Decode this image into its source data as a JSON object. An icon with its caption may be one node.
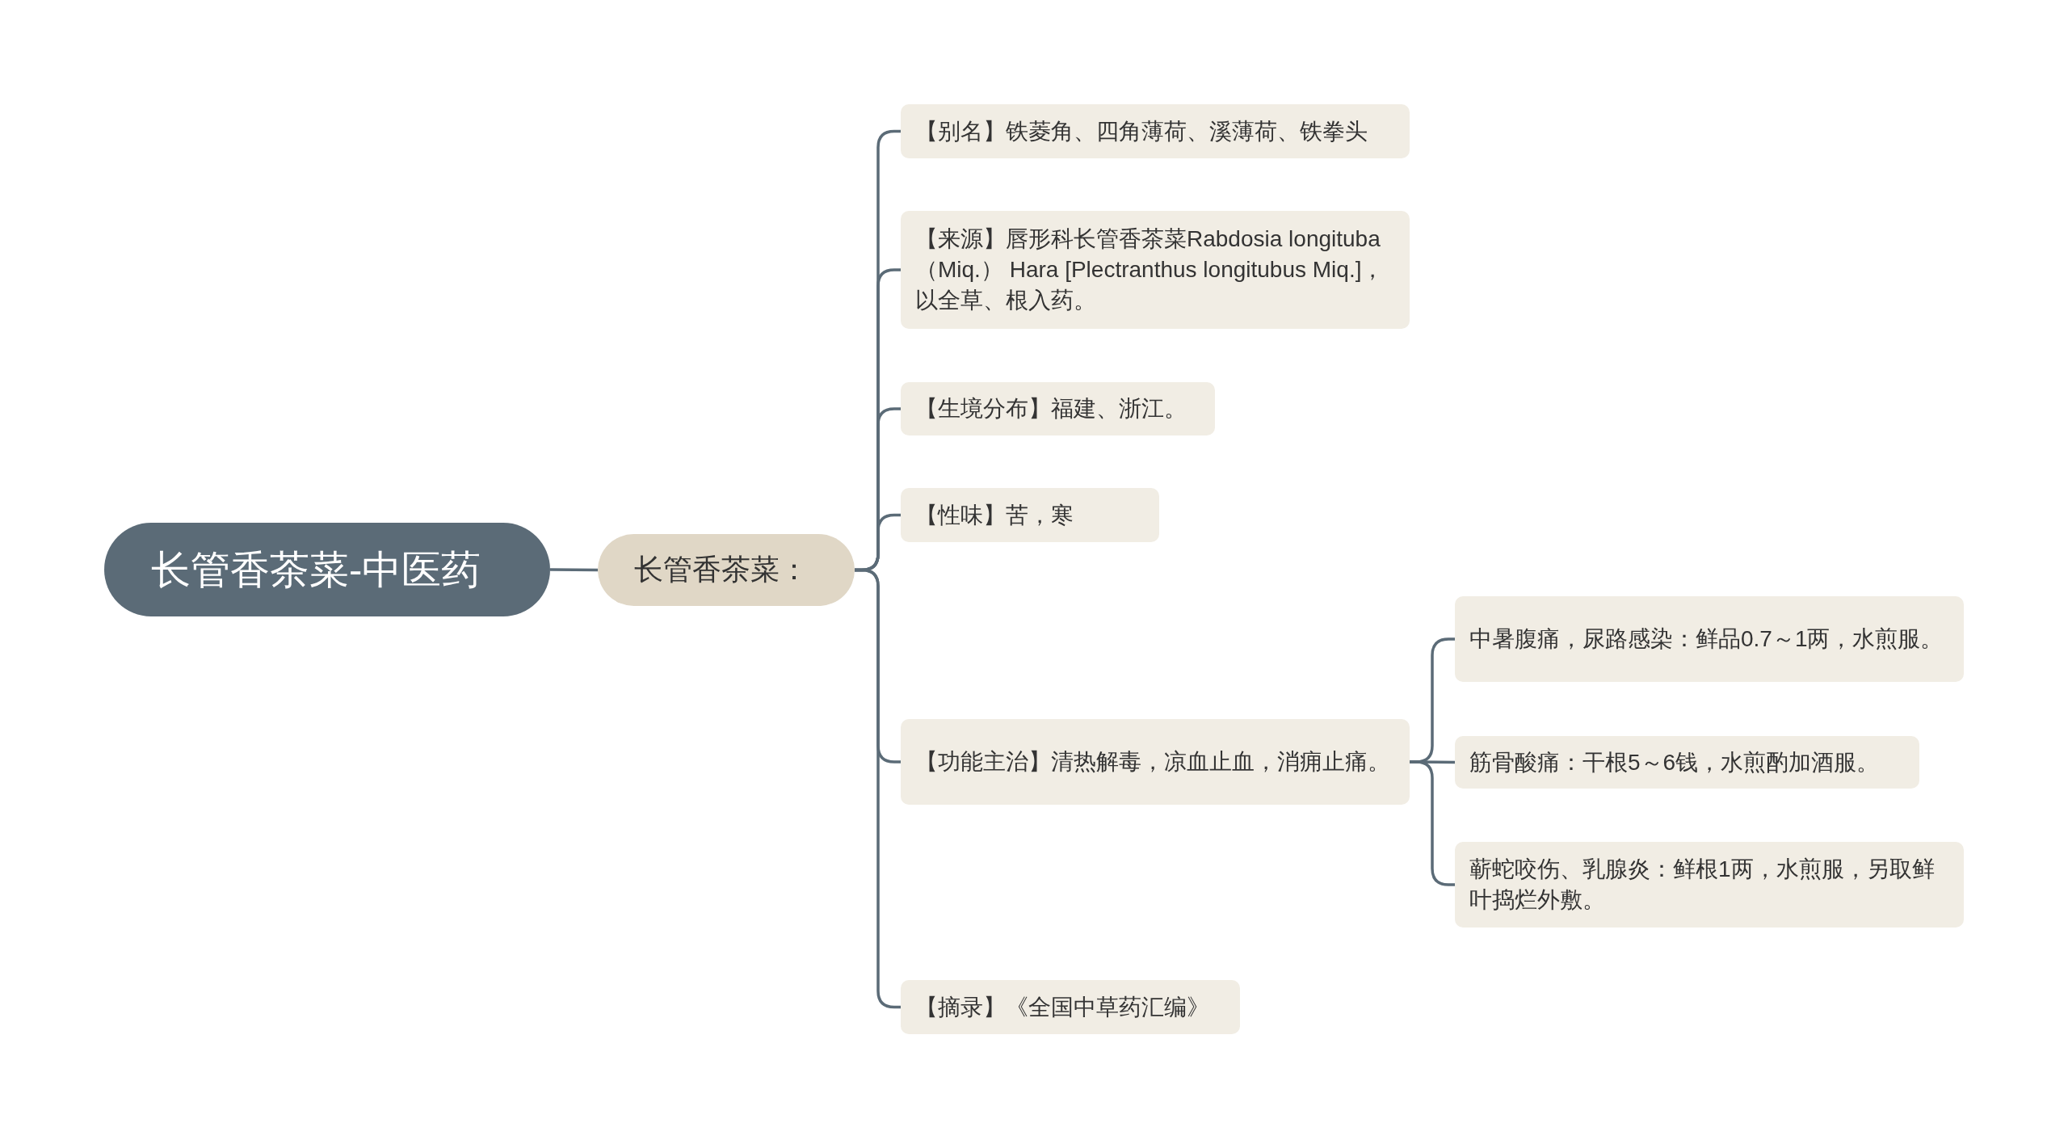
{
  "diagram": {
    "nodes": [
      {
        "text": [
          "长管香茶菜-中医药"
        ]
      },
      {
        "text": [
          "长管香茶菜："
        ]
      },
      {
        "text": [
          "【别名】铁菱角、四角薄荷、溪薄荷、铁拳头"
        ]
      },
      {
        "text": [
          "【来源】唇形科长管香茶菜Rabdosia longituba （Miq.） Hara [Plectranthus longitubus Miq.]，以全草、根入药。"
        ]
      },
      {
        "text": [
          "【生境分布】福建、浙江。"
        ]
      },
      {
        "text": [
          "【性味】苦，寒"
        ]
      },
      {
        "text": [
          "【功能主治】清热解毒，凉血止血，消痈止痛。"
        ]
      },
      {
        "text": [
          "【摘录】《全国中草药汇编》"
        ]
      },
      {
        "text": [
          "中暑腹痛，尿路感染：鲜品0.7～1两，水煎服。"
        ]
      },
      {
        "text": [
          "筋骨酸痛：干根5～6钱，水煎酌加酒服。"
        ]
      },
      {
        "text": [
          "蕲蛇咬伤、乳腺炎：鲜根1两，水煎服，另取鲜叶捣烂外敷。"
        ]
      }
    ],
    "edges": [
      {
        "from": 0,
        "to": 1,
        "arrow": "none"
      },
      {
        "from": 1,
        "to": 2,
        "arrow": "none"
      },
      {
        "from": 1,
        "to": 3,
        "arrow": "none"
      },
      {
        "from": 1,
        "to": 4,
        "arrow": "none"
      },
      {
        "from": 1,
        "to": 5,
        "arrow": "none"
      },
      {
        "from": 1,
        "to": 6,
        "arrow": "none"
      },
      {
        "from": 1,
        "to": 7,
        "arrow": "none"
      },
      {
        "from": 6,
        "to": 8,
        "arrow": "none"
      },
      {
        "from": 6,
        "to": 9,
        "arrow": "none"
      },
      {
        "from": 6,
        "to": 10,
        "arrow": "none"
      }
    ]
  }
}
